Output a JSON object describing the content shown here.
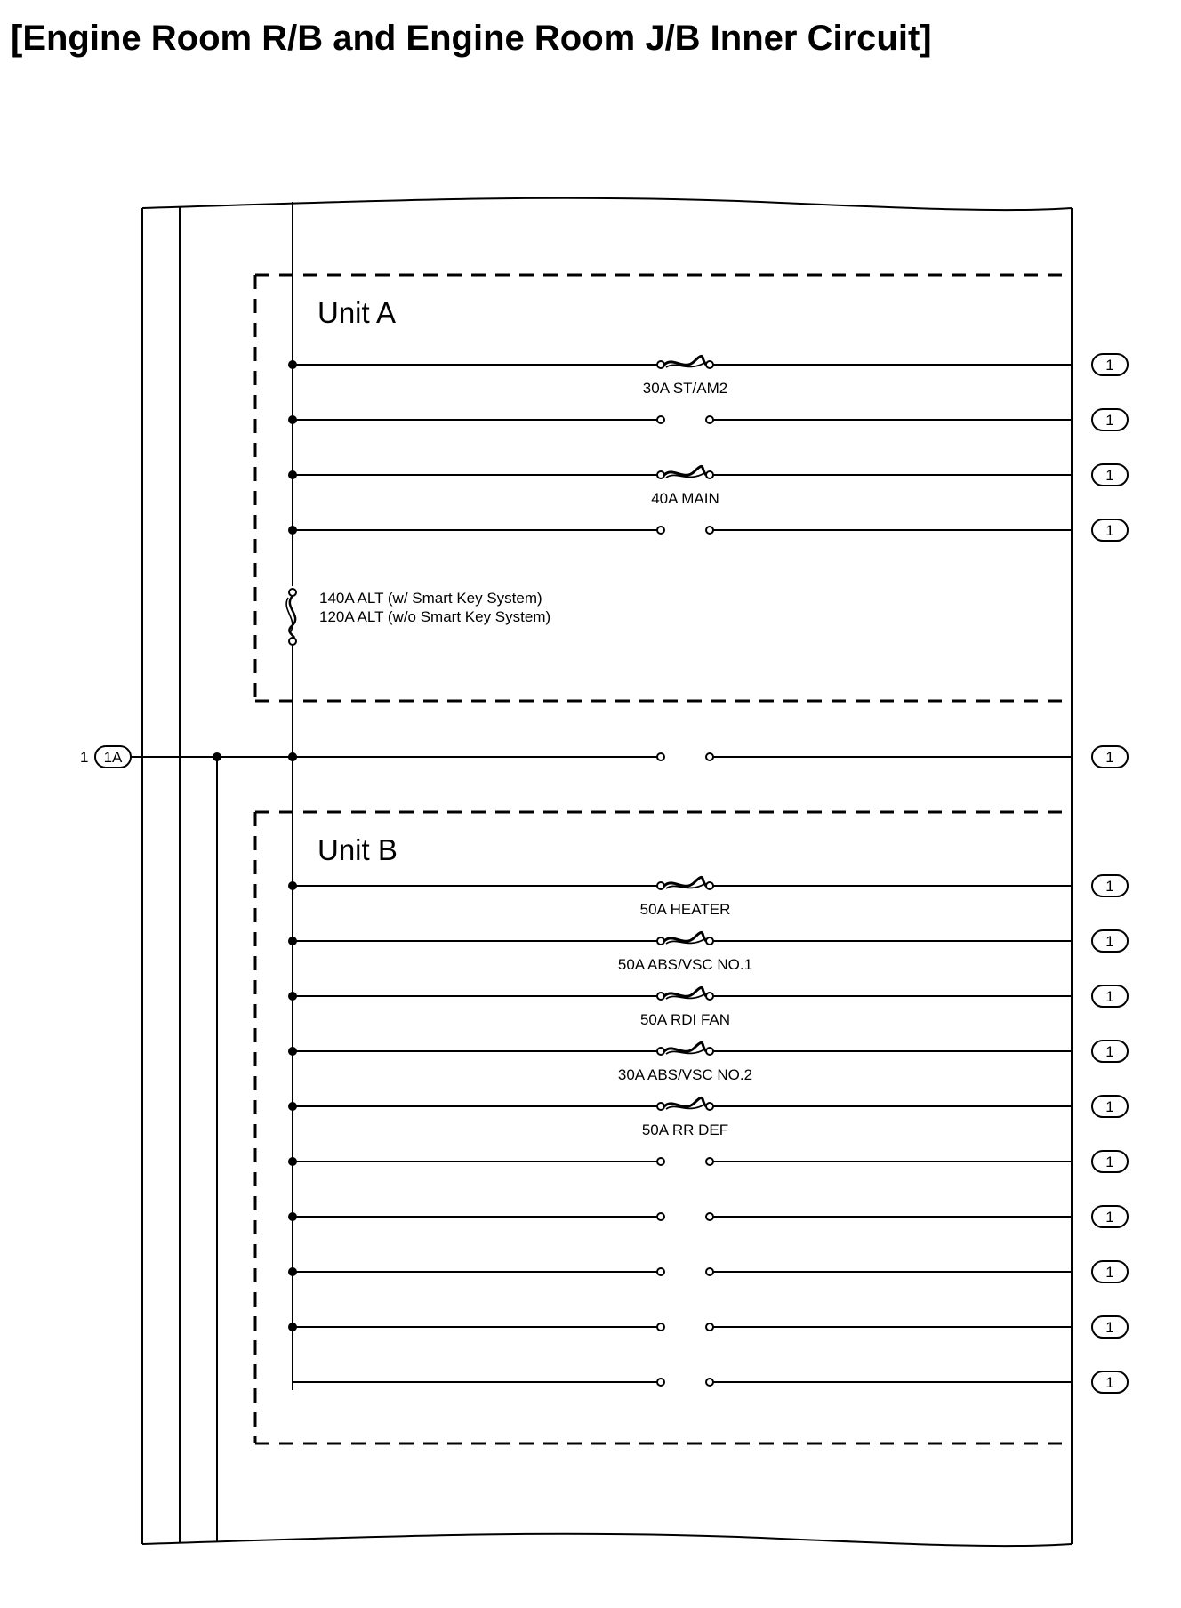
{
  "title": "[Engine Room R/B and Engine Room J/B Inner Circuit]",
  "units": {
    "a": {
      "label": "Unit A"
    },
    "b": {
      "label": "Unit B"
    }
  },
  "input_connector": {
    "pin": "1",
    "label": "1A"
  },
  "output_pin": "1",
  "alt_fuse": {
    "label_1": "140A ALT (w/ Smart Key System)",
    "label_2": "120A ALT (w/o Smart Key System)"
  },
  "circuits": [
    {
      "id": "a1",
      "type": "fuse",
      "label": "30A ST/AM2"
    },
    {
      "id": "a2",
      "type": "open",
      "label": ""
    },
    {
      "id": "a3",
      "type": "fuse",
      "label": "40A MAIN"
    },
    {
      "id": "a4",
      "type": "open",
      "label": ""
    },
    {
      "id": "mid",
      "type": "open",
      "label": ""
    },
    {
      "id": "b1",
      "type": "fuse",
      "label": "50A HEATER"
    },
    {
      "id": "b2",
      "type": "fuse",
      "label": "50A ABS/VSC NO.1"
    },
    {
      "id": "b3",
      "type": "fuse",
      "label": "50A RDI FAN"
    },
    {
      "id": "b4",
      "type": "fuse",
      "label": "30A ABS/VSC NO.2"
    },
    {
      "id": "b5",
      "type": "fuse",
      "label": "50A RR DEF"
    },
    {
      "id": "b6",
      "type": "open",
      "label": ""
    },
    {
      "id": "b7",
      "type": "open",
      "label": ""
    },
    {
      "id": "b8",
      "type": "open",
      "label": ""
    },
    {
      "id": "b9",
      "type": "open",
      "label": ""
    },
    {
      "id": "b10",
      "type": "open",
      "label": ""
    }
  ]
}
